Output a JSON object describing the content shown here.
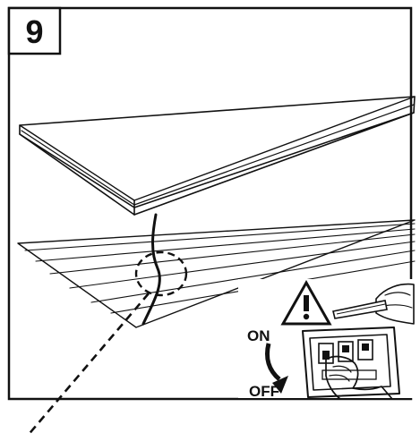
{
  "step": {
    "number": "9"
  },
  "breaker": {
    "on_label": "ON",
    "off_label": "OFF"
  },
  "icons": {
    "warning": "warning-triangle-icon",
    "arrow": "curved-arrow-down-icon"
  },
  "colors": {
    "ink": "#111111",
    "background": "#ffffff"
  }
}
